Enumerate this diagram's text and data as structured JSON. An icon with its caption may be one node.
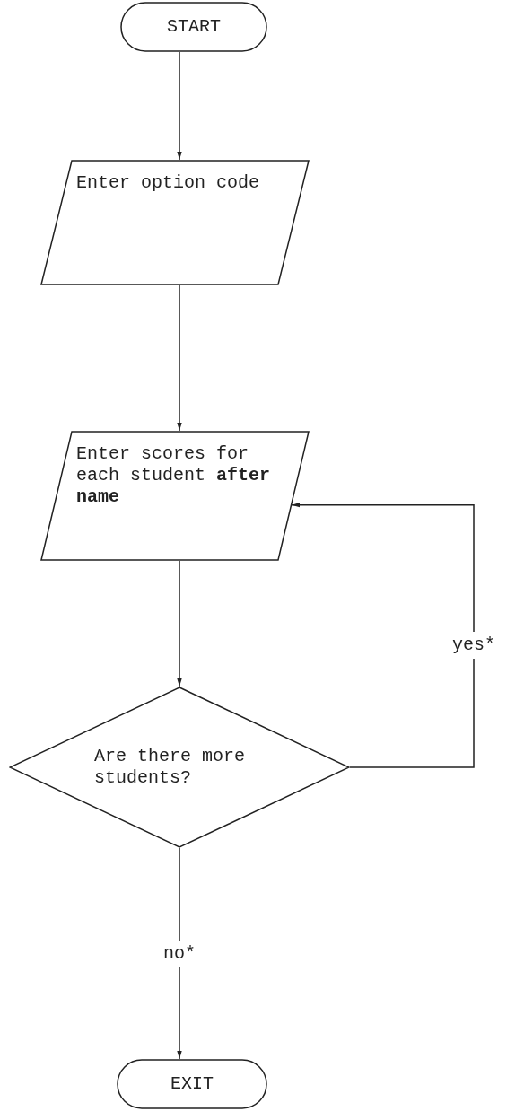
{
  "diagram": {
    "nodes": [
      {
        "text": [
          "START"
        ]
      },
      {
        "text": [
          "Enter option code"
        ]
      },
      {
        "text": [
          "Enter scores for each student **after name**"
        ]
      },
      {
        "text": [
          "Are there more students?"
        ]
      },
      {
        "text": [
          "EXIT"
        ]
      }
    ],
    "edges": [
      {
        "from": 0,
        "to": 1,
        "arrow": "to"
      },
      {
        "from": 1,
        "to": 2,
        "arrow": "to"
      },
      {
        "from": 2,
        "to": 3,
        "arrow": "to"
      },
      {
        "from": 3,
        "to": 2,
        "arrow": "to",
        "label": "yes*"
      },
      {
        "from": 3,
        "to": 4,
        "arrow": "to",
        "label": "no*"
      }
    ]
  }
}
